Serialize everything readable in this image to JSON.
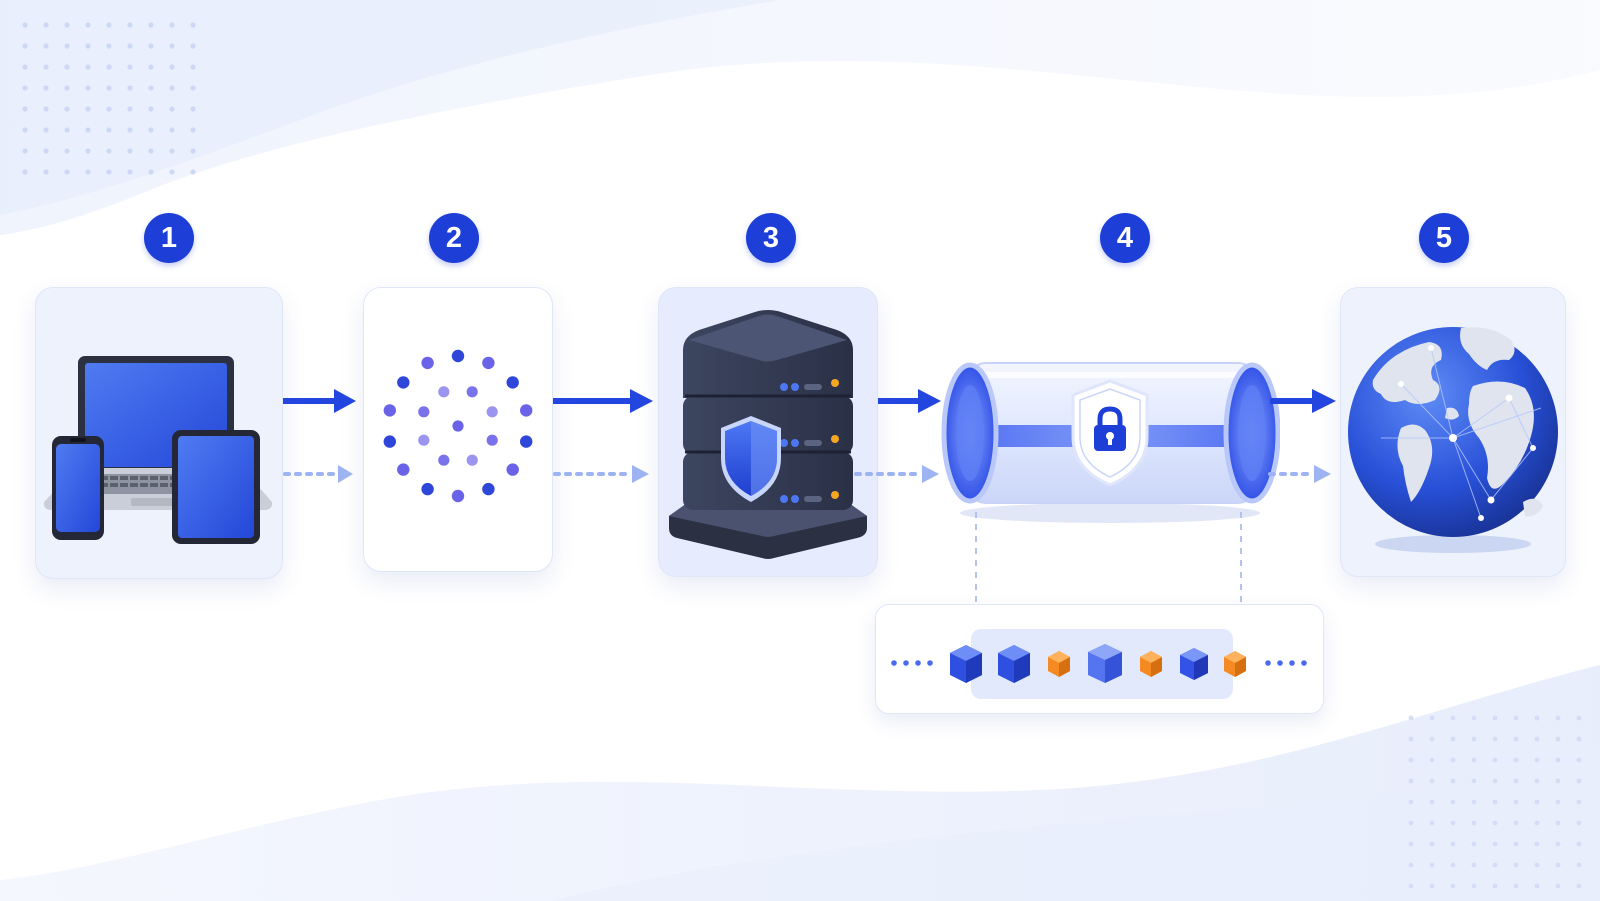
{
  "colors": {
    "primary_blue": "#1d3fd8",
    "arrow_blue": "#2446e0",
    "dashed_arrow": "#9db3f2",
    "orange_packet": "#f58a23",
    "card_bg": "#eef2fd",
    "dark_server": "#343c54"
  },
  "steps": [
    {
      "number": "1",
      "icon": "devices-icon"
    },
    {
      "number": "2",
      "icon": "dot-ring-icon"
    },
    {
      "number": "3",
      "icon": "secure-server-icon"
    },
    {
      "number": "4",
      "icon": "encrypted-tunnel-icon"
    },
    {
      "number": "5",
      "icon": "globe-icon"
    }
  ]
}
